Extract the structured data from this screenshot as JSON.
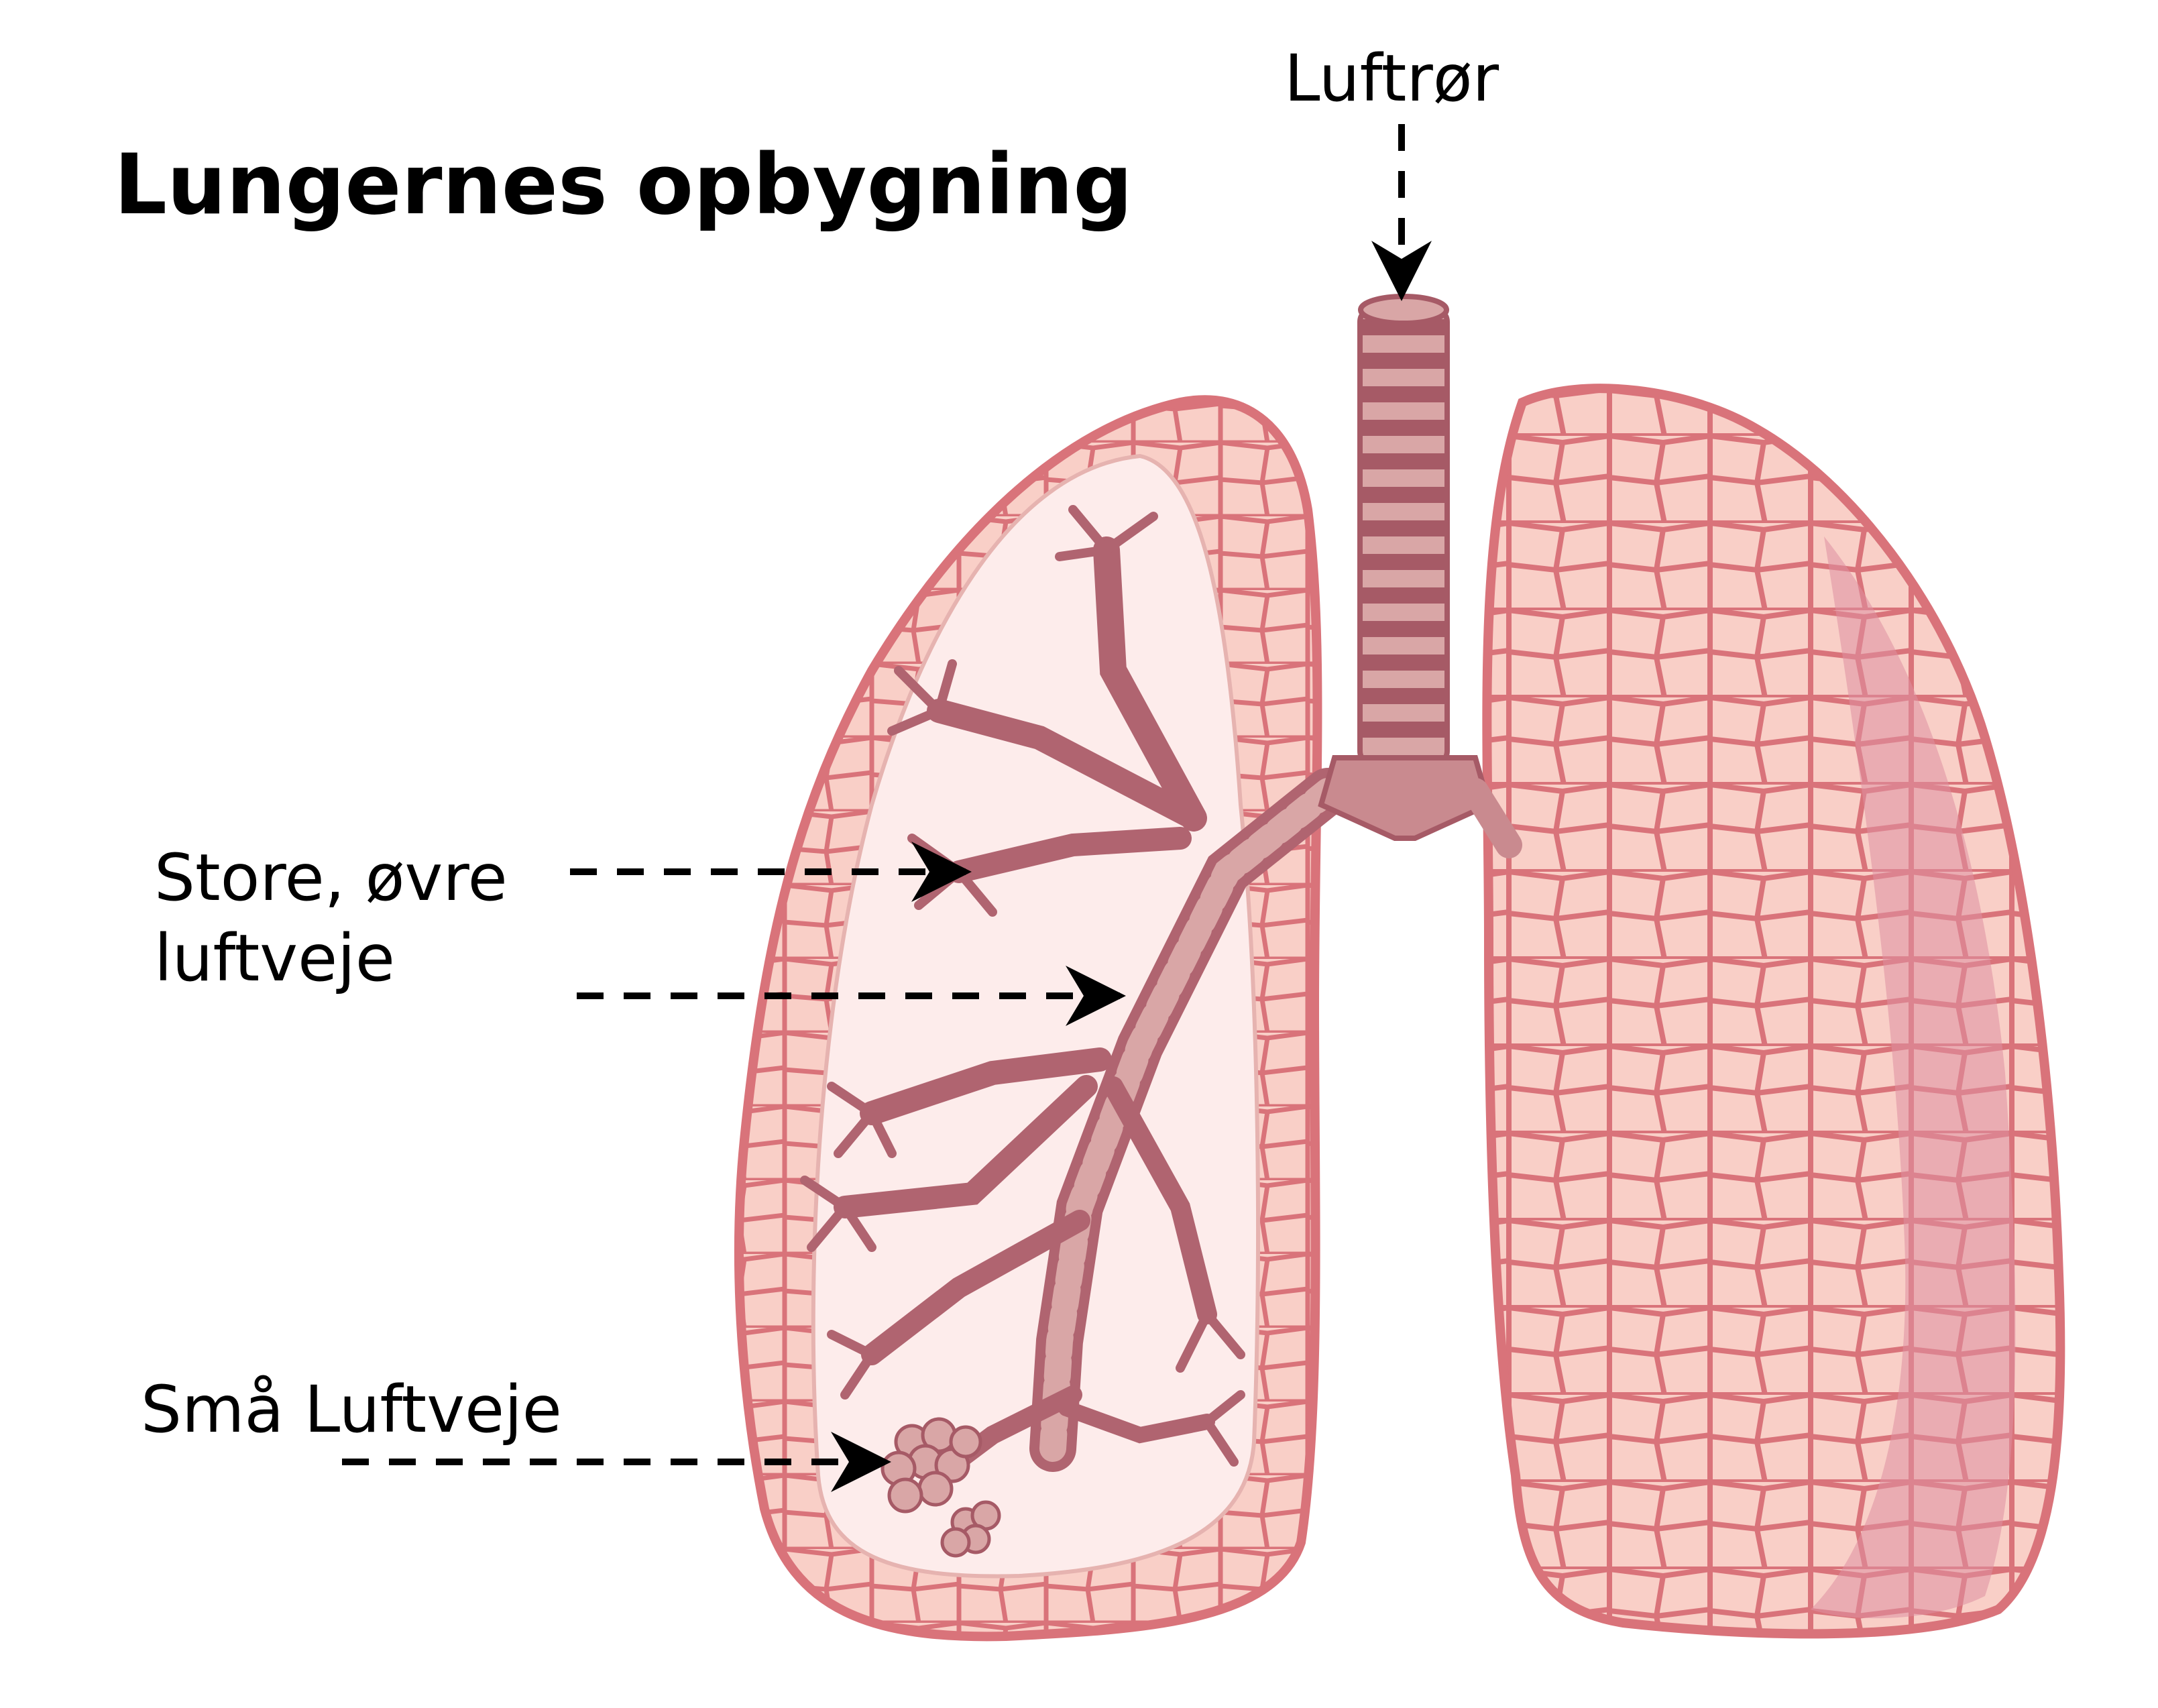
{
  "title": "Lungernes opbygning",
  "labels": {
    "trachea": "Luftrør",
    "large_upper_line1": "Store, øvre",
    "large_upper_line2": "luftveje",
    "small_airways": "Små Luftveje"
  },
  "colors": {
    "lung_outline": "#d9737a",
    "lung_fill": "#f9cfc7",
    "lung_inner": "#fdeceb",
    "lung_shadow": "#df8fa0",
    "airway": "#b06470",
    "airway_light": "#d9a6a6",
    "arrow": "#000000"
  }
}
